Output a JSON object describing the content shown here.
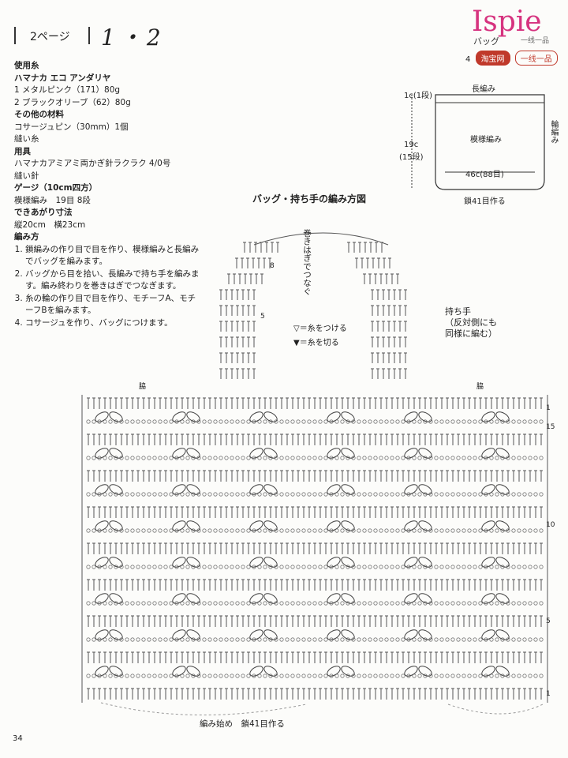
{
  "header": {
    "page_ref": "2ページ",
    "pattern_nos": "1・2",
    "brand": "Ispie",
    "brand_sub": "バッグ",
    "brand_tag": "一线一品",
    "page_prefix": "4",
    "shop_badges": [
      "淘宝网",
      "一线一品"
    ]
  },
  "materials": {
    "yarn_heading": "使用糸",
    "yarn_name": "ハマナカ エコ アンダリヤ",
    "yarn_items": [
      "1 メタルピンク（171）80g",
      "2 ブラックオリーブ（62）80g"
    ],
    "other_heading": "その他の材料",
    "other_items": [
      "コサージュピン（30mm）1個",
      "縫い糸"
    ],
    "tools_heading": "用具",
    "tools_items": [
      "ハマナカアミアミ両かぎ針ラクラク 4/0号",
      "縫い針"
    ],
    "gauge_heading": "ゲージ（10cm四方）",
    "gauge_text": "模様編み　19目 8段",
    "size_heading": "できあがり寸法",
    "size_text": "縦20cm　横23cm",
    "method_heading": "編み方",
    "steps": [
      "鎖編みの作り目で目を作り、模様編みと長編みでバッグを編みます。",
      "バッグから目を拾い、長編みで持ち手を編みます。編み終わりを巻きはぎでつなぎます。",
      "糸の輪の作り目で目を作り、モチーフA、モチーフBを編みます。",
      "コサージュを作り、バッグにつけます。"
    ]
  },
  "schematic": {
    "top_label": "長編み",
    "top_dim": "1c(1段)",
    "side_label": "輪編み",
    "body_label": "模様編み",
    "height_dim": "19c",
    "height_rows": "(15段)",
    "width_dim": "46c(88目)",
    "chain_label": "鎖41目作る"
  },
  "diagram": {
    "title": "バッグ・持ち手の編み方図",
    "join_label": "巻きはぎでつなぐ",
    "legend_attach": "▽＝糸をつける",
    "legend_cut": "▼＝糸を切る",
    "handle_label": [
      "持ち手",
      "（反対側にも",
      "同様に編む）"
    ],
    "side_marker": "脇",
    "start_label": "編み始め　鎖41目作る",
    "row_numbers": [
      "8",
      "5",
      "1",
      "15",
      "10",
      "5",
      "1"
    ]
  },
  "page_number": "34"
}
